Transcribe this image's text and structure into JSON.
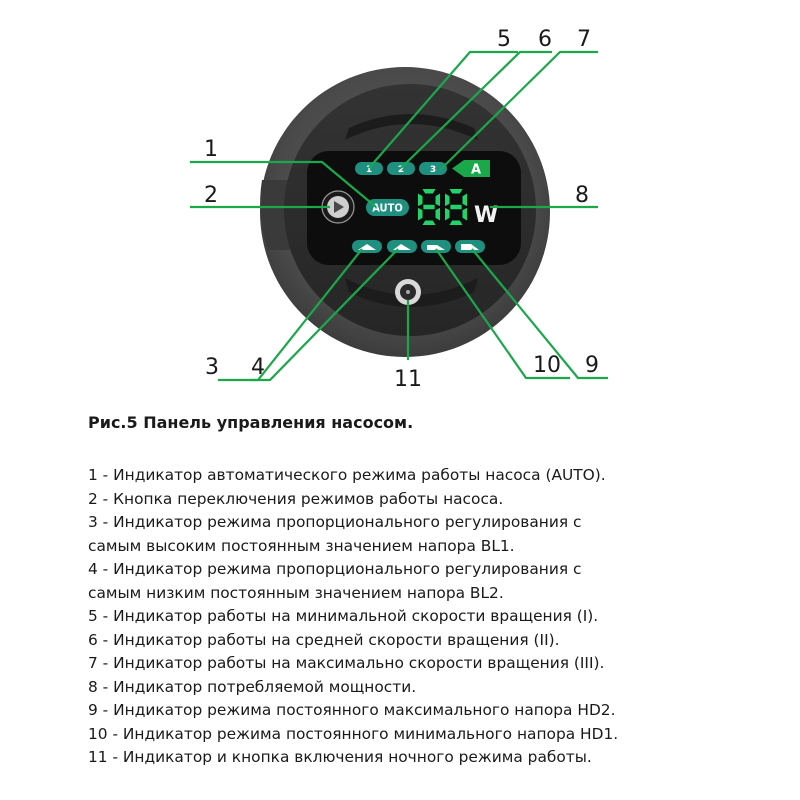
{
  "diagram": {
    "callouts": [
      "1",
      "2",
      "3",
      "4",
      "5",
      "6",
      "7",
      "8",
      "9",
      "10",
      "11"
    ],
    "speed_badges": [
      "1",
      "2",
      "3"
    ],
    "auto_label": "AUTO",
    "mode_letter": "A",
    "display_digits": "88",
    "display_unit": "W",
    "colors": {
      "accent_green": "#1aa84b",
      "led_green": "#22d36b",
      "badge_teal": "#1f8f7f",
      "panel_dark": "#2b2b2b",
      "display_black": "#0d0d0d"
    }
  },
  "caption": "Рис.5 Панель управления насосом.",
  "legend_lines": [
    "1 - Индикатор автоматического режима работы насоса (AUTO).",
    "2 - Кнопка переключения режимов работы насоса.",
    "3 - Индикатор режима пропорционального регулирования с",
    "самым высоким постоянным значением напора BL1.",
    "4 - Индикатор режима пропорционального регулирования с",
    "самым низким постоянным значением напора BL2.",
    "5 - Индикатор работы на минимальной скорости вращения (I).",
    "6 - Индикатор работы на средней скорости вращения (II).",
    "7 - Индикатор работы на максимально скорости вращения (III).",
    "8 - Индикатор потребляемой мощности.",
    "9 - Индикатор режима постоянного максимального напора HD2.",
    "10 - Индикатор режима постоянного минимального напора HD1.",
    "11 - Индикатор и кнопка включения ночного режима работы."
  ]
}
